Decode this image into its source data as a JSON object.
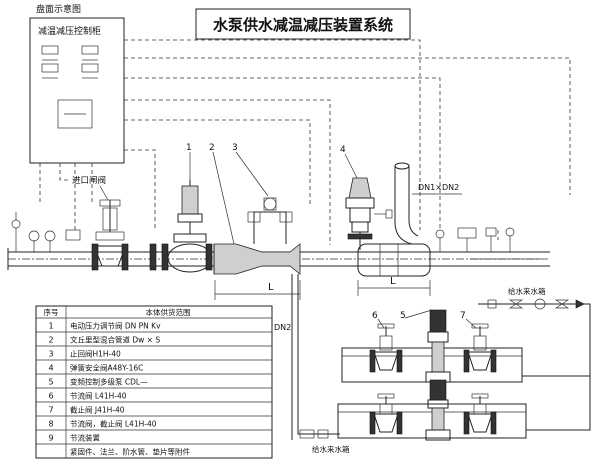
{
  "title": "水泵供水减温减压装置系统",
  "panel": {
    "caption": "盘面示意图",
    "name": "减温减压控制柜"
  },
  "labels": {
    "inlet_valve": "进口闸阀",
    "L_left": "L",
    "L_right": "L",
    "dn1_dn2": "DN1×DN2",
    "dn2": "DN2",
    "water_source_right": "给水来水箱",
    "water_source_bottom": "给水来水箱"
  },
  "callouts": [
    "1",
    "2",
    "3",
    "4",
    "5",
    "6",
    "7"
  ],
  "table": {
    "headers": [
      "序号",
      "本体供货范围"
    ],
    "rows": [
      {
        "no": "1",
        "item": "电动压力调节阀 DN  PN  Kv"
      },
      {
        "no": "2",
        "item": "文丘里型混合管道     Dw × S"
      },
      {
        "no": "3",
        "item": "止回阀H1H-40"
      },
      {
        "no": "4",
        "item": "弹簧安全阀A48Y-16C"
      },
      {
        "no": "5",
        "item": "变频控制多级泵  CDL—"
      },
      {
        "no": "6",
        "item": "节流阀  L41H-40"
      },
      {
        "no": "7",
        "item": "截止阀  J41H-40"
      },
      {
        "no": "8",
        "item": "节流阀，截止阀 L41H-40"
      },
      {
        "no": "9",
        "item": "节流装置"
      },
      {
        "no": "",
        "item": "紧固件、法兰、阶水管、垫片等附件"
      }
    ]
  }
}
